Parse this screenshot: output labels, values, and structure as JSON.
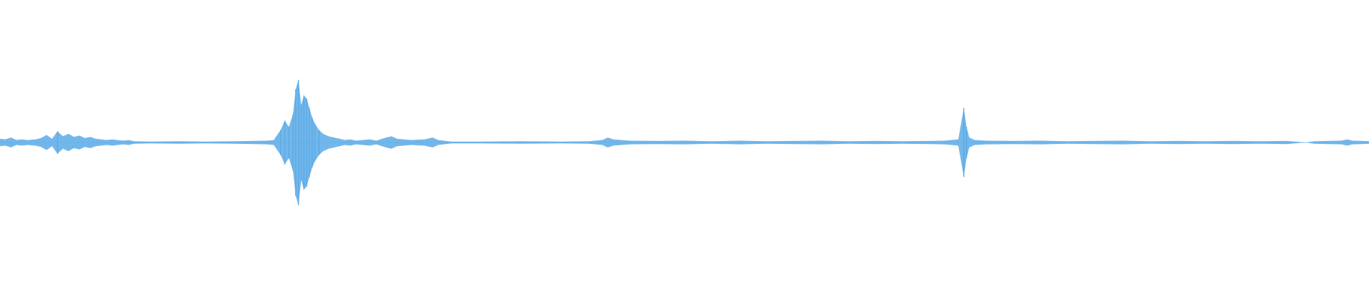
{
  "waveform": {
    "color": "#5aaae6",
    "background": "#ffffff",
    "duration_fraction_points": [
      [
        0.0,
        0.06
      ],
      [
        0.004,
        0.05
      ],
      [
        0.008,
        0.08
      ],
      [
        0.012,
        0.04
      ],
      [
        0.016,
        0.05
      ],
      [
        0.02,
        0.04
      ],
      [
        0.026,
        0.05
      ],
      [
        0.03,
        0.07
      ],
      [
        0.034,
        0.12
      ],
      [
        0.038,
        0.06
      ],
      [
        0.042,
        0.18
      ],
      [
        0.046,
        0.1
      ],
      [
        0.05,
        0.14
      ],
      [
        0.054,
        0.09
      ],
      [
        0.058,
        0.11
      ],
      [
        0.062,
        0.07
      ],
      [
        0.066,
        0.09
      ],
      [
        0.07,
        0.06
      ],
      [
        0.074,
        0.05
      ],
      [
        0.078,
        0.04
      ],
      [
        0.082,
        0.05
      ],
      [
        0.086,
        0.04
      ],
      [
        0.09,
        0.03
      ],
      [
        0.094,
        0.04
      ],
      [
        0.098,
        0.02
      ],
      [
        0.11,
        0.015
      ],
      [
        0.13,
        0.02
      ],
      [
        0.15,
        0.015
      ],
      [
        0.17,
        0.02
      ],
      [
        0.185,
        0.025
      ],
      [
        0.195,
        0.03
      ],
      [
        0.2,
        0.04
      ],
      [
        0.205,
        0.2
      ],
      [
        0.208,
        0.35
      ],
      [
        0.211,
        0.25
      ],
      [
        0.214,
        0.45
      ],
      [
        0.216,
        0.85
      ],
      [
        0.218,
        1.0
      ],
      [
        0.22,
        0.6
      ],
      [
        0.222,
        0.75
      ],
      [
        0.224,
        0.7
      ],
      [
        0.226,
        0.55
      ],
      [
        0.228,
        0.4
      ],
      [
        0.23,
        0.3
      ],
      [
        0.233,
        0.2
      ],
      [
        0.236,
        0.14
      ],
      [
        0.24,
        0.1
      ],
      [
        0.244,
        0.08
      ],
      [
        0.248,
        0.06
      ],
      [
        0.252,
        0.04
      ],
      [
        0.256,
        0.05
      ],
      [
        0.26,
        0.03
      ],
      [
        0.265,
        0.04
      ],
      [
        0.27,
        0.05
      ],
      [
        0.275,
        0.03
      ],
      [
        0.282,
        0.08
      ],
      [
        0.286,
        0.1
      ],
      [
        0.29,
        0.06
      ],
      [
        0.3,
        0.04
      ],
      [
        0.31,
        0.05
      ],
      [
        0.316,
        0.08
      ],
      [
        0.32,
        0.04
      ],
      [
        0.33,
        0.015
      ],
      [
        0.35,
        0.015
      ],
      [
        0.38,
        0.02
      ],
      [
        0.41,
        0.015
      ],
      [
        0.43,
        0.02
      ],
      [
        0.44,
        0.04
      ],
      [
        0.444,
        0.08
      ],
      [
        0.448,
        0.05
      ],
      [
        0.46,
        0.03
      ],
      [
        0.48,
        0.025
      ],
      [
        0.5,
        0.03
      ],
      [
        0.52,
        0.02
      ],
      [
        0.54,
        0.03
      ],
      [
        0.56,
        0.02
      ],
      [
        0.58,
        0.025
      ],
      [
        0.6,
        0.03
      ],
      [
        0.62,
        0.02
      ],
      [
        0.64,
        0.025
      ],
      [
        0.66,
        0.02
      ],
      [
        0.68,
        0.025
      ],
      [
        0.69,
        0.03
      ],
      [
        0.7,
        0.05
      ],
      [
        0.704,
        0.55
      ],
      [
        0.706,
        0.25
      ],
      [
        0.708,
        0.08
      ],
      [
        0.712,
        0.04
      ],
      [
        0.72,
        0.03
      ],
      [
        0.74,
        0.025
      ],
      [
        0.76,
        0.03
      ],
      [
        0.78,
        0.02
      ],
      [
        0.8,
        0.025
      ],
      [
        0.82,
        0.03
      ],
      [
        0.84,
        0.02
      ],
      [
        0.86,
        0.025
      ],
      [
        0.88,
        0.02
      ],
      [
        0.9,
        0.025
      ],
      [
        0.92,
        0.02
      ],
      [
        0.94,
        0.025
      ],
      [
        0.948,
        0.01
      ],
      [
        0.954,
        0.0
      ],
      [
        0.96,
        0.02
      ],
      [
        0.97,
        0.025
      ],
      [
        0.98,
        0.03
      ],
      [
        0.984,
        0.05
      ],
      [
        0.988,
        0.03
      ],
      [
        0.995,
        0.025
      ],
      [
        1.0,
        0.02
      ]
    ]
  }
}
